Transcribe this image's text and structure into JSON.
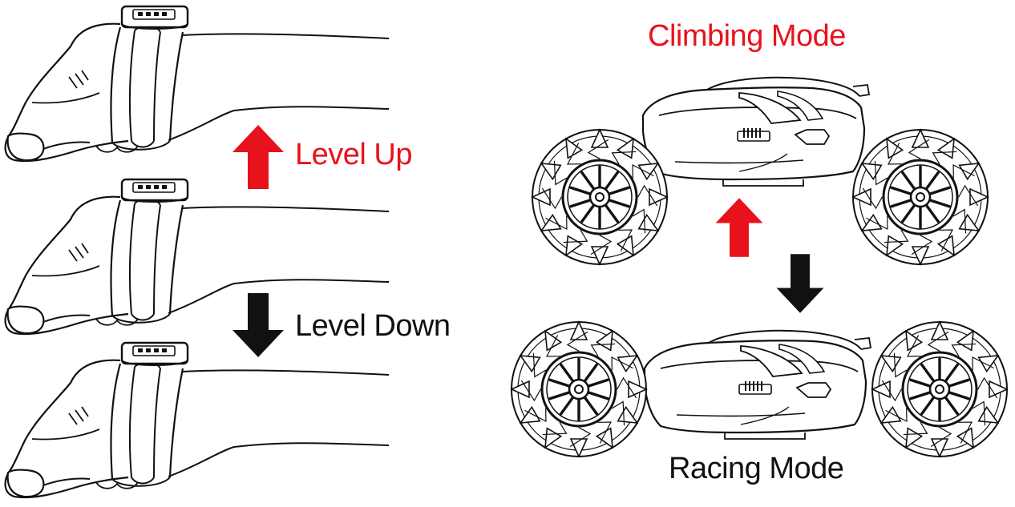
{
  "labels": {
    "level_up": "Level Up",
    "level_down": "Level Down",
    "climbing_mode": "Climbing Mode",
    "racing_mode": "Racing Mode"
  },
  "colors": {
    "accent_red": "#e8121c",
    "ink": "#111111"
  },
  "icons": {
    "hand_gesture": "hand-with-wrist-remote-icon",
    "arrow_up": "arrow-up-icon",
    "arrow_down": "arrow-down-icon",
    "car_climbing": "stunt-car-climbing-icon",
    "car_racing": "stunt-car-racing-icon"
  }
}
